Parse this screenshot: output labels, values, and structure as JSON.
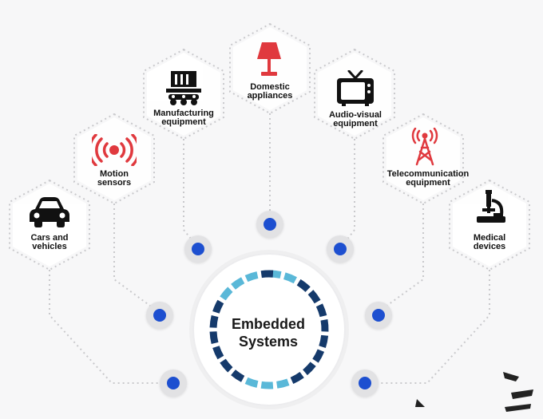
{
  "center": {
    "title": "Embedded\nSystems"
  },
  "categories": [
    {
      "label": "Cars and\nvehicles",
      "icon": "car-icon",
      "color": "#111111"
    },
    {
      "label": "Motion\nsensors",
      "icon": "motion-sensor-icon",
      "color": "#e0393e"
    },
    {
      "label": "Manufacturing\nequipment",
      "icon": "manufacturing-equipment-icon",
      "color": "#111111"
    },
    {
      "label": "Domestic\nappliances",
      "icon": "lamp-icon",
      "color": "#e0393e"
    },
    {
      "label": "Audio-visual\nequipment",
      "icon": "tv-icon",
      "color": "#111111"
    },
    {
      "label": "Telecommunication\nequipment",
      "icon": "antenna-tower-icon",
      "color": "#e0393e"
    },
    {
      "label": "Medical\ndevices",
      "icon": "microscope-icon",
      "color": "#111111"
    }
  ],
  "colors": {
    "dot": "#1d4fd0",
    "ring_dark": "#153a6b",
    "ring_light": "#5ab8d8"
  }
}
